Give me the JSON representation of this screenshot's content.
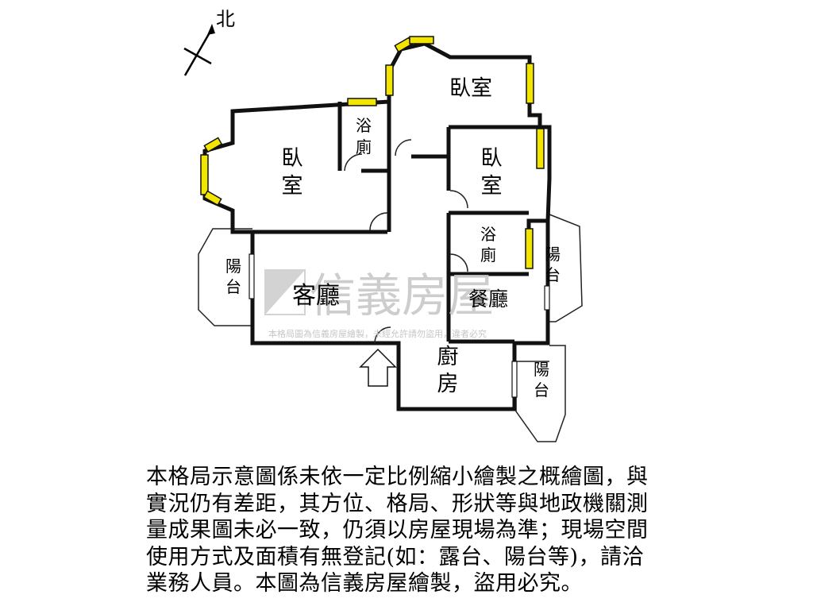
{
  "compass": {
    "label": "北"
  },
  "rooms": {
    "bedroom_left": [
      "臥",
      "室"
    ],
    "bedroom_top": "臥室",
    "bedroom_mid": [
      "臥",
      "室"
    ],
    "bath_top": [
      "浴",
      "廁"
    ],
    "bath_mid": [
      "浴",
      "廁"
    ],
    "living": "客廳",
    "dining": "餐廳",
    "kitchen": [
      "廚",
      "房"
    ],
    "balcony_left": [
      "陽",
      "台"
    ],
    "balcony_right": [
      "陽",
      "台"
    ],
    "balcony_bottom": [
      "陽",
      "台"
    ]
  },
  "watermark": {
    "brand": "信義房屋",
    "notice": "本格局圖為信義房屋繪製，未經允許請勿盜用，違者必究"
  },
  "colors": {
    "wall": "#111111",
    "window": "#f2e600",
    "watermark": "#c8c8c8"
  },
  "disclaimer": {
    "lines": [
      "本格局示意圖係未依一定比例縮小繪製之概繪圖，與",
      "實況仍有差距，其方位、格局、形狀等與地政機關測",
      "量成果圖未必一致，仍須以房屋現場為準；現場空間",
      "使用方式及面積有無登記(如：露台、陽台等)，請洽",
      "業務人員。本圖為信義房屋繪製，盜用必究。"
    ]
  }
}
